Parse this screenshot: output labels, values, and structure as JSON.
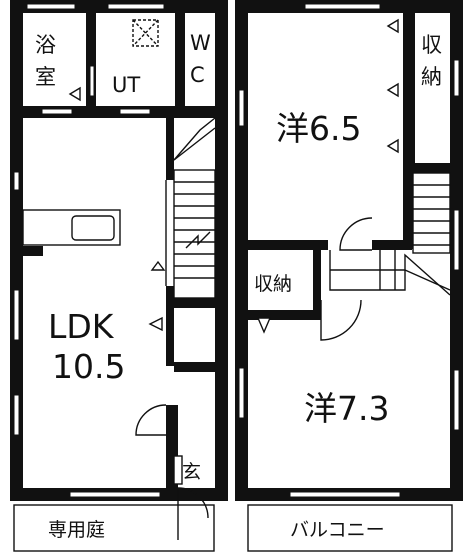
{
  "rooms": {
    "bath": "浴室",
    "utility": "UT",
    "wc": "WC",
    "storage_top": "収納",
    "western1_label": "洋6.5",
    "ldk_name": "LDK",
    "ldk_size": "10.5",
    "storage_mid": "収納",
    "western2_label": "洋7.3",
    "entrance": "玄",
    "garden": "専用庭",
    "balcony": "バルコニー"
  },
  "colors": {
    "wall": "#111111",
    "background": "#ffffff"
  }
}
